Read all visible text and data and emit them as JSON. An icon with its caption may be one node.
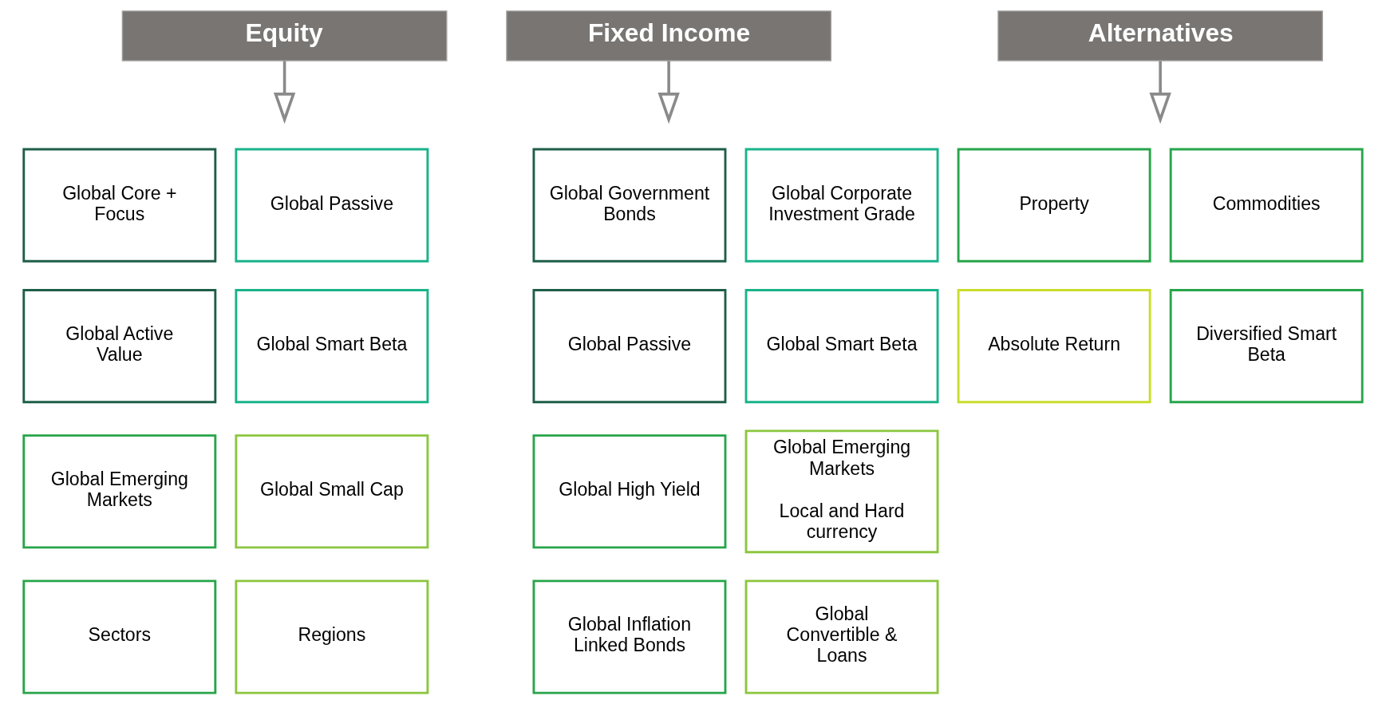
{
  "diagram": {
    "nodes": [
      {
        "text": [
          "Equity"
        ]
      },
      {
        "text": [
          "Fixed Income"
        ]
      },
      {
        "text": [
          "Alternatives"
        ]
      },
      {
        "text": [
          "Global Core + Focus"
        ]
      },
      {
        "text": [
          "Global Passive"
        ]
      },
      {
        "text": [
          "Global Active Value"
        ]
      },
      {
        "text": [
          "Global Smart Beta"
        ]
      },
      {
        "text": [
          "Global Emerging Markets"
        ]
      },
      {
        "text": [
          "Global Small Cap"
        ]
      },
      {
        "text": [
          "Sectors"
        ]
      },
      {
        "text": [
          "Regions"
        ]
      },
      {
        "text": [
          "Global Government Bonds"
        ]
      },
      {
        "text": [
          "Global Corporate Investment Grade"
        ]
      },
      {
        "text": [
          "Global Passive"
        ]
      },
      {
        "text": [
          "Global Smart Beta"
        ]
      },
      {
        "text": [
          "Global High Yield"
        ]
      },
      {
        "text": [
          "Global Emerging Markets",
          "Local and Hard currency"
        ]
      },
      {
        "text": [
          "Global Inflation Linked Bonds"
        ]
      },
      {
        "text": [
          "Global Convertible & Loans"
        ]
      },
      {
        "text": [
          "Property"
        ]
      },
      {
        "text": [
          "Commodities"
        ]
      },
      {
        "text": [
          "Absolute Return"
        ]
      },
      {
        "text": [
          "Diversified Smart Beta"
        ]
      }
    ],
    "edges": [
      {
        "from": 0,
        "to": null,
        "arrow": "to"
      },
      {
        "from": 1,
        "to": null,
        "arrow": "to"
      },
      {
        "from": 2,
        "to": null,
        "arrow": "to"
      }
    ]
  }
}
